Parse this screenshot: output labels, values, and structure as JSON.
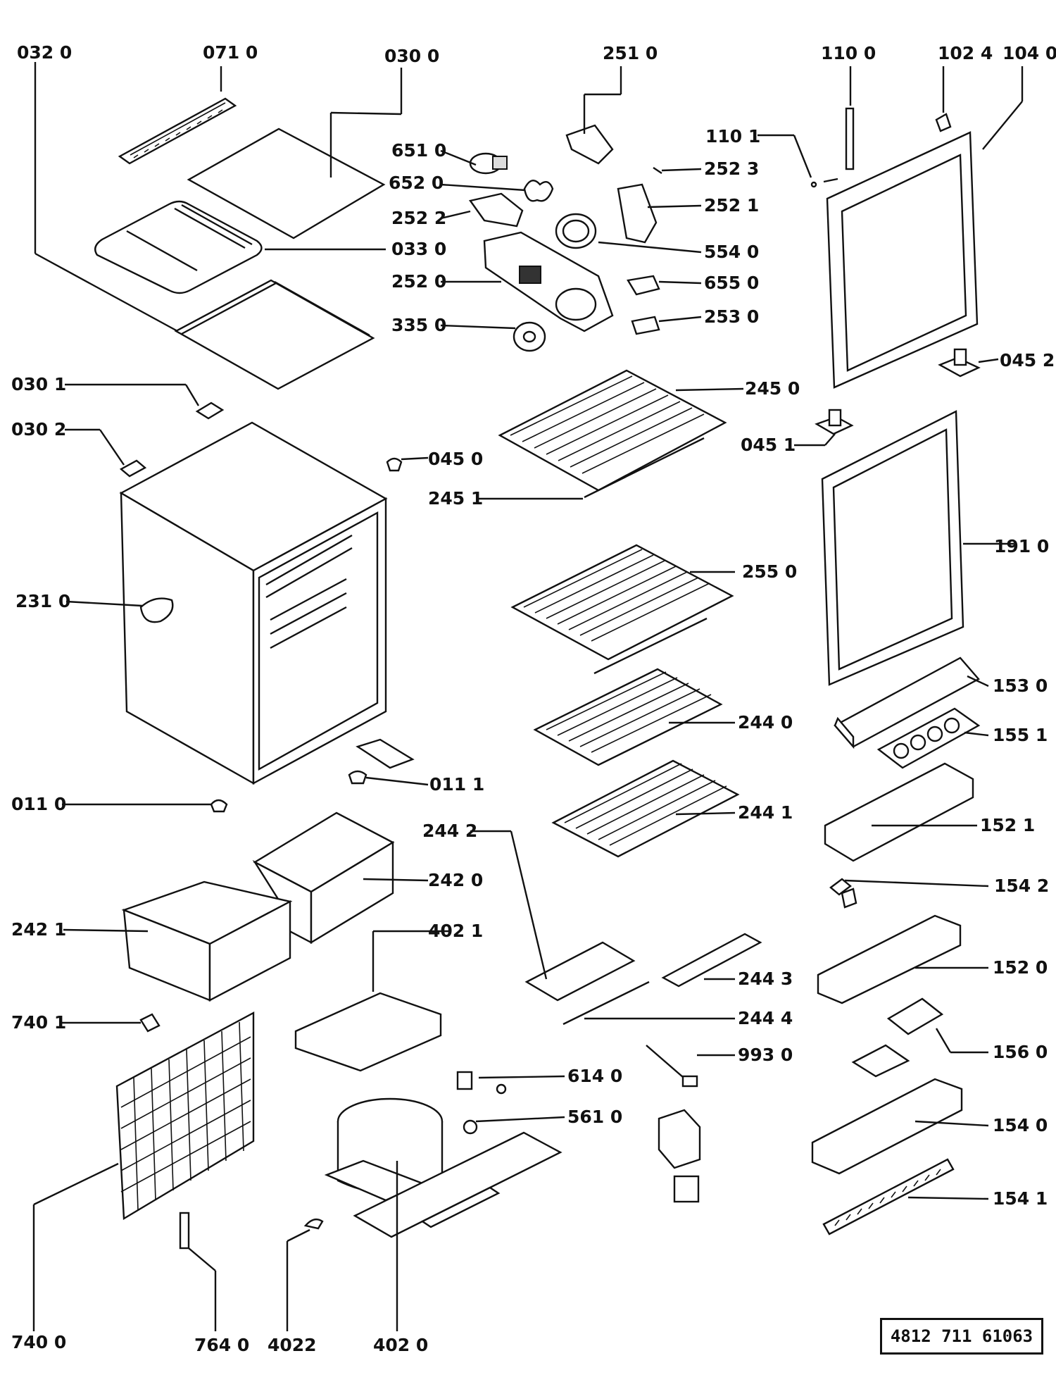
{
  "document_code": "4812 711 61063",
  "labels": [
    {
      "id": "l-0320",
      "text": "032 0"
    },
    {
      "id": "l-0710",
      "text": "071 0"
    },
    {
      "id": "l-0300",
      "text": "030 0"
    },
    {
      "id": "l-2510",
      "text": "251 0"
    },
    {
      "id": "l-1100",
      "text": "110 0"
    },
    {
      "id": "l-1024",
      "text": "102 4"
    },
    {
      "id": "l-1040",
      "text": "104 0"
    },
    {
      "id": "l-1101",
      "text": "110 1"
    },
    {
      "id": "l-6510",
      "text": "651 0"
    },
    {
      "id": "l-6520",
      "text": "652 0"
    },
    {
      "id": "l-2523",
      "text": "252 3"
    },
    {
      "id": "l-2522",
      "text": "252 2"
    },
    {
      "id": "l-2521",
      "text": "252 1"
    },
    {
      "id": "l-0330",
      "text": "033 0"
    },
    {
      "id": "l-5540",
      "text": "554 0"
    },
    {
      "id": "l-2520",
      "text": "252 0"
    },
    {
      "id": "l-6550",
      "text": "655 0"
    },
    {
      "id": "l-3350",
      "text": "335 0"
    },
    {
      "id": "l-2530",
      "text": "253 0"
    },
    {
      "id": "l-0452",
      "text": "045 2"
    },
    {
      "id": "l-0301",
      "text": "030 1"
    },
    {
      "id": "l-2450",
      "text": "245 0"
    },
    {
      "id": "l-0302",
      "text": "030 2"
    },
    {
      "id": "l-0451",
      "text": "045 1"
    },
    {
      "id": "l-0450",
      "text": "045 0"
    },
    {
      "id": "l-2451",
      "text": "245 1"
    },
    {
      "id": "l-1910",
      "text": "191 0"
    },
    {
      "id": "l-2310",
      "text": "231 0"
    },
    {
      "id": "l-2550",
      "text": "255 0"
    },
    {
      "id": "l-1530",
      "text": "153 0"
    },
    {
      "id": "l-2440",
      "text": "244 0"
    },
    {
      "id": "l-1551",
      "text": "155 1"
    },
    {
      "id": "l-0111",
      "text": "011 1"
    },
    {
      "id": "l-0110",
      "text": "011 0"
    },
    {
      "id": "l-2441",
      "text": "244 1"
    },
    {
      "id": "l-2442",
      "text": "244 2"
    },
    {
      "id": "l-1521",
      "text": "152 1"
    },
    {
      "id": "l-2420",
      "text": "242 0"
    },
    {
      "id": "l-1542",
      "text": "154 2"
    },
    {
      "id": "l-2421",
      "text": "242 1"
    },
    {
      "id": "l-4021",
      "text": "402 1"
    },
    {
      "id": "l-1520",
      "text": "152 0"
    },
    {
      "id": "l-2443",
      "text": "244 3"
    },
    {
      "id": "l-7401",
      "text": "740 1"
    },
    {
      "id": "l-2444",
      "text": "244 4"
    },
    {
      "id": "l-1560",
      "text": "156 0"
    },
    {
      "id": "l-9930",
      "text": "993 0"
    },
    {
      "id": "l-6140",
      "text": "614 0"
    },
    {
      "id": "l-5610",
      "text": "561 0"
    },
    {
      "id": "l-1540",
      "text": "154 0"
    },
    {
      "id": "l-1541",
      "text": "154 1"
    },
    {
      "id": "l-7400",
      "text": "740 0"
    },
    {
      "id": "l-7640",
      "text": "764 0"
    },
    {
      "id": "l-4022",
      "text": "4022"
    },
    {
      "id": "l-4020",
      "text": "402 0"
    }
  ]
}
